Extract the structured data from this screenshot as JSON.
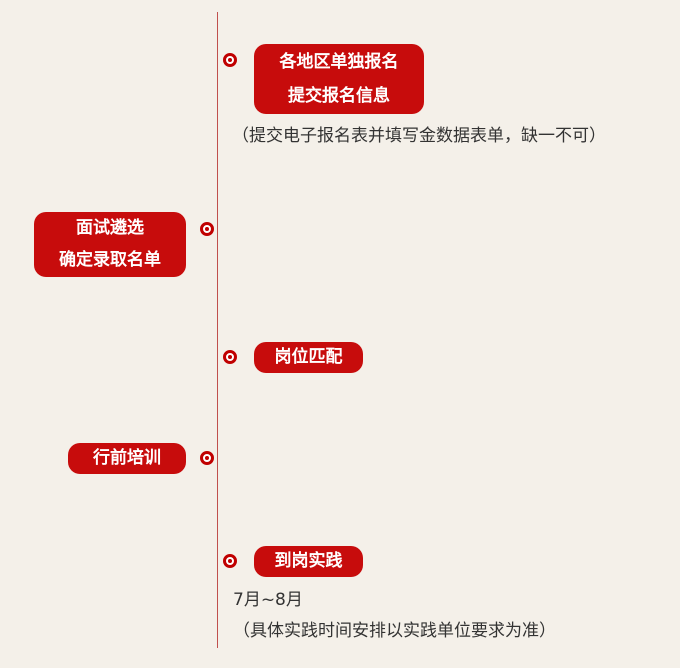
{
  "steps": [
    {
      "side": "right",
      "label_lines": [
        "各地区单独报名",
        "提交报名信息"
      ],
      "note": "（提交电子报名表并填写金数据表单，缺一不可）"
    },
    {
      "side": "left",
      "label_lines": [
        "面试遴选",
        "确定录取名单"
      ]
    },
    {
      "side": "right",
      "label_lines": [
        "岗位匹配"
      ]
    },
    {
      "side": "left",
      "label_lines": [
        "行前培训"
      ]
    },
    {
      "side": "right",
      "label_lines": [
        "到岗实践"
      ],
      "note_lines": [
        "7月~8月",
        "（具体实践时间安排以实践单位要求为准）"
      ]
    }
  ],
  "colors": {
    "background": "#f4f0e9",
    "pill": "#c70c0c",
    "line": "#c0504d",
    "text": "#333333"
  }
}
